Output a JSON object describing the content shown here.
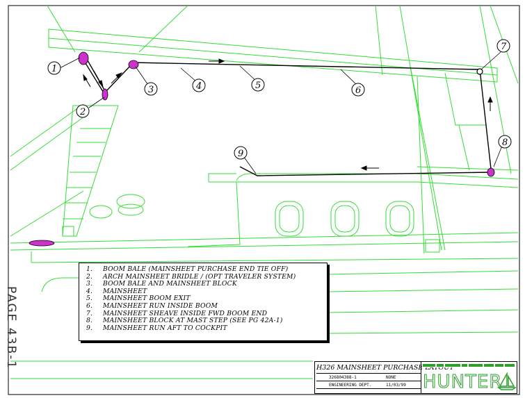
{
  "callouts": [
    "1",
    "2",
    "3",
    "4",
    "5",
    "6",
    "7",
    "8",
    "9"
  ],
  "legend": {
    "items": [
      {
        "num": "1.",
        "text": "BOOM BALE (MAINSHEET PURCHASE END TIE OFF)"
      },
      {
        "num": "2.",
        "text": "ARCH MAINSHEET BRIDLE / (OPT TRAVELER SYSTEM)"
      },
      {
        "num": "3.",
        "text": "BOOM BALE AND MAINSHEET BLOCK"
      },
      {
        "num": "4.",
        "text": "MAINSHEET"
      },
      {
        "num": "5.",
        "text": "MAINSHEET BOOM EXIT"
      },
      {
        "num": "6.",
        "text": "MAINSHEET RUN INSIDE BOOM"
      },
      {
        "num": "7.",
        "text": "MAINSHEET SHEAVE INSIDE FWD BOOM END"
      },
      {
        "num": "8.",
        "text": "MAINSHEET BLOCK AT MAST STEP (SEE PG 42A-1)"
      },
      {
        "num": "9.",
        "text": "MAINSHEET RUN AFT TO COCKPIT"
      }
    ]
  },
  "page_label": "PAGE 43B-1",
  "title_block": {
    "title": "H326 MAINSHEET PURCHASE LAYOUT",
    "drawing_no": "326804388-1",
    "scale": "NONE",
    "department": "ENGINEERING DEPT.",
    "date": "11/03/99",
    "brand": "HUNTER"
  },
  "colors": {
    "outline": "#33dd33",
    "line": "#000000",
    "hardware": "#cc33cc"
  }
}
